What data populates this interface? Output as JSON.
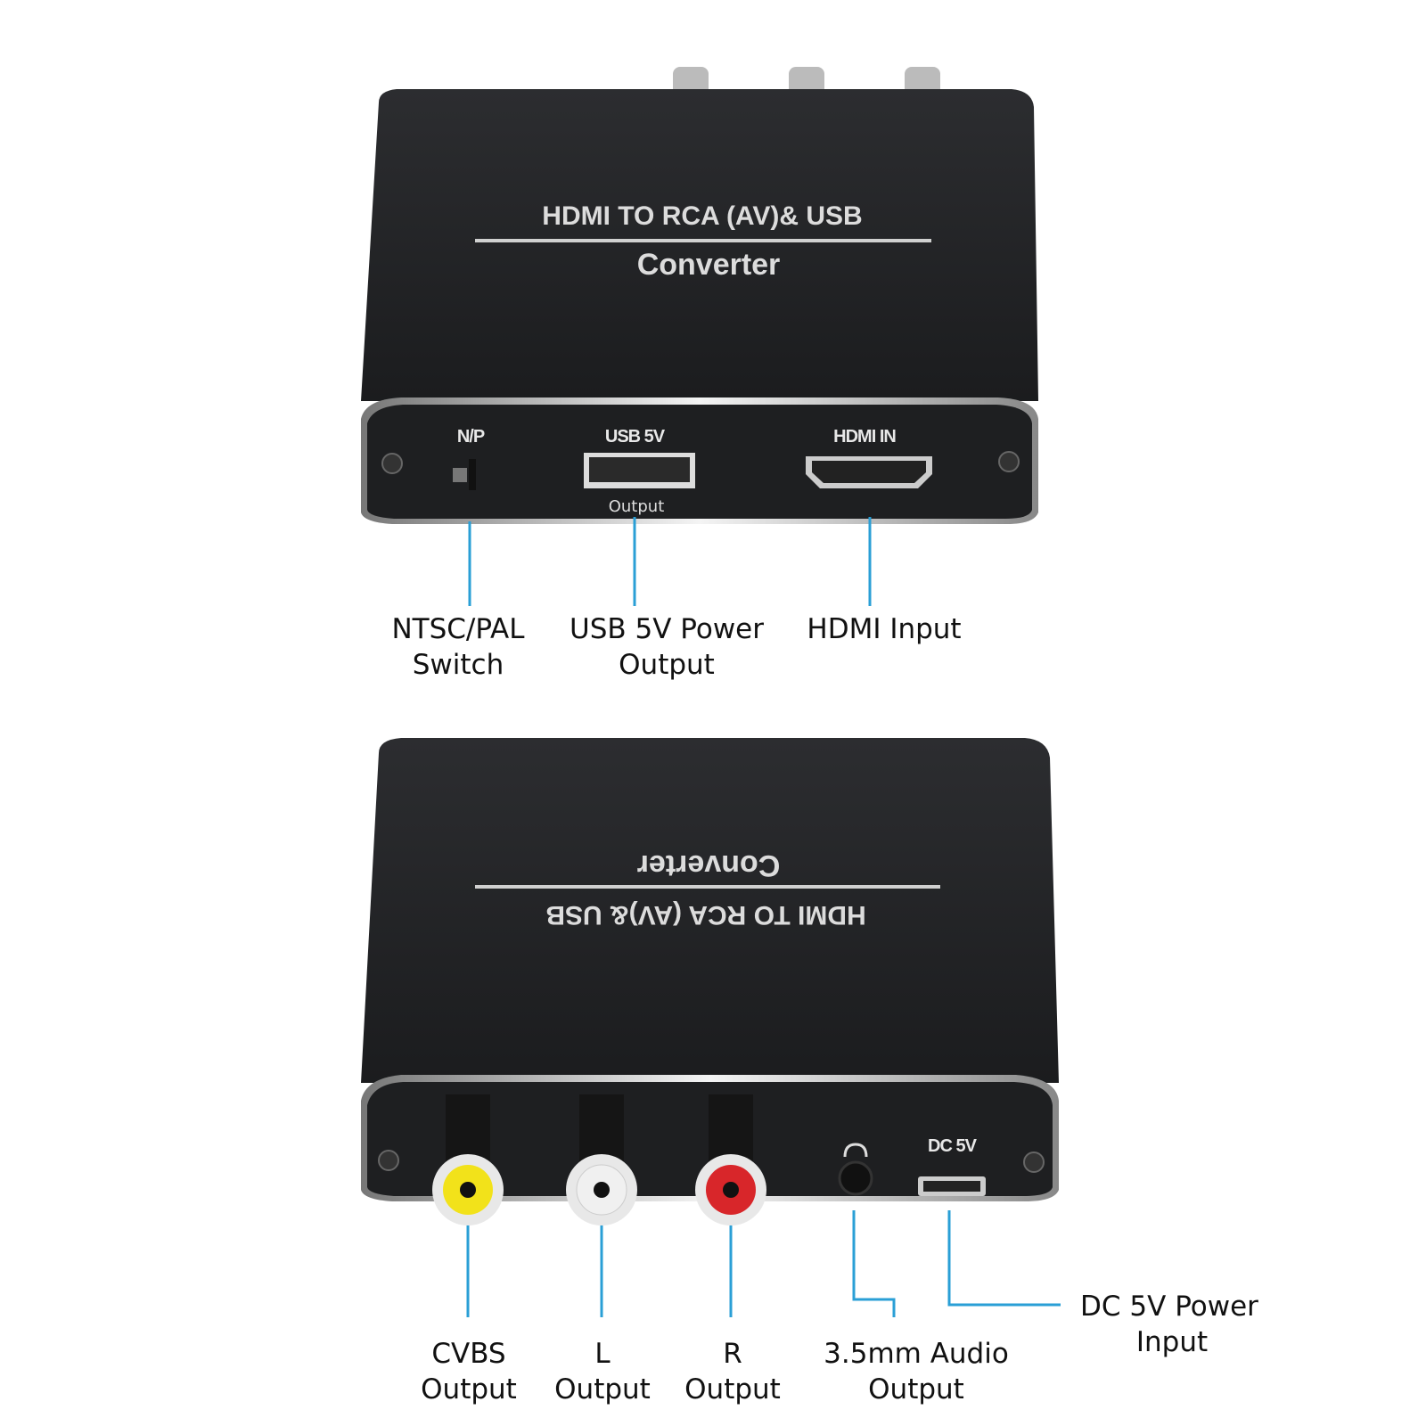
{
  "device": {
    "title": "HDMI TO RCA (AV)& USB",
    "subtitle": "Converter"
  },
  "top_panel": {
    "ports": {
      "np": "N/P",
      "usb": "USB 5V",
      "usb_sub": "Output",
      "hdmi": "HDMI IN"
    },
    "callouts": [
      {
        "line1": "NTSC/PAL",
        "line2": "Switch"
      },
      {
        "line1": "USB 5V Power",
        "line2": "Output"
      },
      {
        "line1": "HDMI Input",
        "line2": ""
      }
    ]
  },
  "bottom_panel": {
    "ports": {
      "dc": "DC 5V"
    },
    "callouts": [
      {
        "line1": "CVBS",
        "line2": "Output"
      },
      {
        "line1": "L",
        "line2": "Output"
      },
      {
        "line1": "R",
        "line2": "Output"
      },
      {
        "line1": "3.5mm Audio",
        "line2": "Output"
      },
      {
        "line1": "DC 5V Power",
        "line2": "Input"
      }
    ]
  },
  "colors": {
    "leader": "#2a9fd6",
    "body": "#222326",
    "rca_yellow": "#f2e21a",
    "rca_white": "#f0f0f0",
    "rca_red": "#d8262a"
  }
}
